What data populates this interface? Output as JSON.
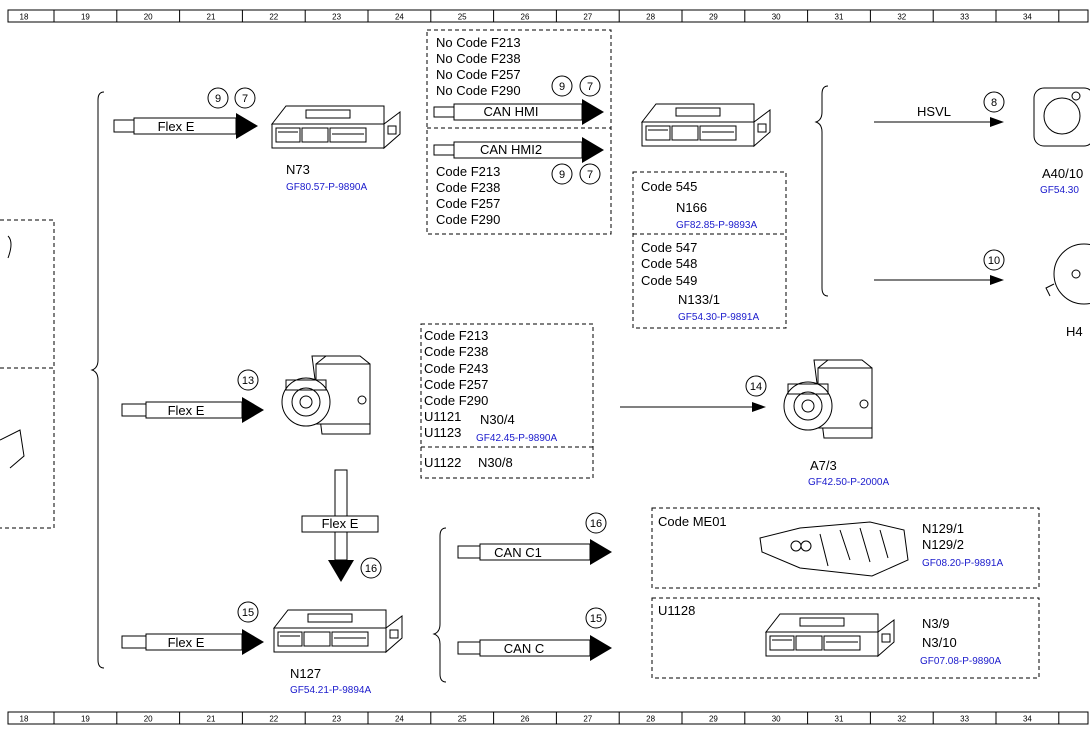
{
  "ruler": [
    "18",
    "19",
    "20",
    "21",
    "22",
    "23",
    "24",
    "25",
    "26",
    "27",
    "28",
    "29",
    "30",
    "31",
    "32",
    "33",
    "34"
  ],
  "labels": {
    "flex_e": "Flex E",
    "can_hmi": "CAN HMI",
    "can_hmi2": "CAN HMI2",
    "can_c1": "CAN C1",
    "can_c": "CAN C",
    "hsvl": "HSVL"
  },
  "circles": {
    "c9": "9",
    "c7": "7",
    "c8": "8",
    "c10": "10",
    "c13": "13",
    "c14": "14",
    "c15": "15",
    "c16": "16"
  },
  "box_hmi_top": [
    "No Code F213",
    "No Code F238",
    "No Code F257",
    "No Code F290"
  ],
  "box_hmi_bottom": [
    "Code F213",
    "Code F238",
    "Code F257",
    "Code F290"
  ],
  "box_545": {
    "code": "Code 545",
    "module": "N166",
    "ref": "GF82.85-P-9893A"
  },
  "box_547": {
    "codes": [
      "Code 547",
      "Code 548",
      "Code 549"
    ],
    "module": "N133/1",
    "ref": "GF54.30-P-9891A"
  },
  "box_n30": {
    "codes": [
      "Code F213",
      "Code F238",
      "Code F243",
      "Code F257",
      "Code F290",
      "U1121",
      "U1123"
    ],
    "module": "N30/4",
    "ref": "GF42.45-P-9890A",
    "alt_code": "U1122",
    "alt_module": "N30/8"
  },
  "box_me01": {
    "code": "Code ME01",
    "modules": [
      "N129/1",
      "N129/2"
    ],
    "ref": "GF08.20-P-9891A"
  },
  "box_u1128": {
    "code": "U1128",
    "modules": [
      "N3/9",
      "N3/10"
    ],
    "ref": "GF07.08-P-9890A"
  },
  "components": {
    "n73": {
      "label": "N73",
      "ref": "GF80.57-P-9890A"
    },
    "a40": {
      "label": "A40/10",
      "ref": "GF54.30"
    },
    "h4": {
      "label": "H4"
    },
    "a7": {
      "label": "A7/3",
      "ref": "GF42.50-P-2000A"
    },
    "n127": {
      "label": "N127",
      "ref": "GF54.21-P-9894A"
    }
  },
  "colors": {
    "line": "#000000",
    "ref": "#1a1acc",
    "dash": "#000000"
  }
}
